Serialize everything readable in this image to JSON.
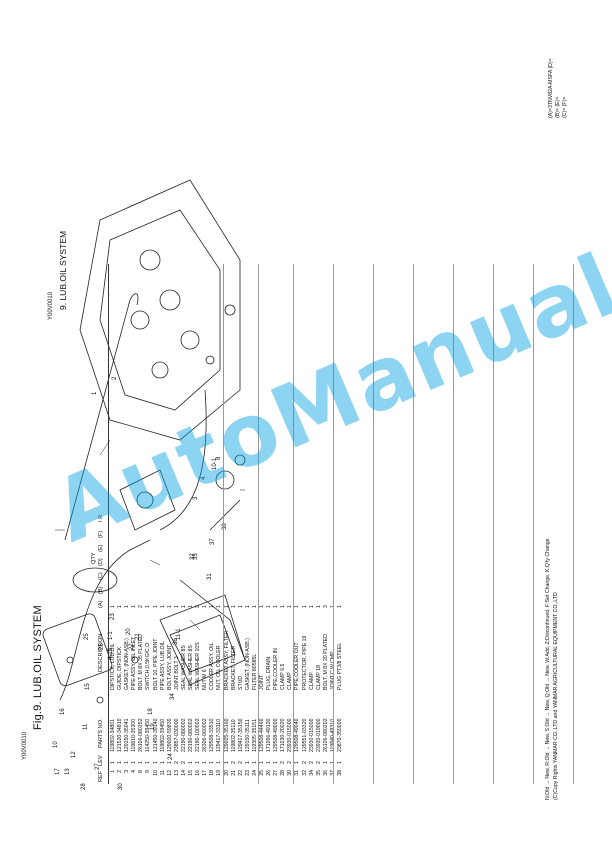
{
  "left_header": {
    "code": "Y00V0010",
    "title": "Fig.9.  LUB.OIL SYSTEM"
  },
  "right_header": {
    "code": "Y00V0010",
    "title": "9.  LUB.OIL SYSTEM"
  },
  "model_legend": {
    "line1": "(A)=3TNV82A-MSFA  (D)=",
    "line2": "(B)=                               (E)=",
    "line3": "(C)=                               (F)="
  },
  "table": {
    "headers": {
      "ref": "REF",
      "lev": "LEV",
      "parts_no": "PARTS NO.",
      "description": "DESCRIPTION",
      "qty": "QTY",
      "qa": "(A)",
      "qb": "(B)",
      "qc": "(C)",
      "qd": "(D)",
      "qe": "(E)",
      "qf": "(F)",
      "ir": "I  R"
    },
    "rows": [
      {
        "ref": "1",
        "lev": "1",
        "pn": "119802-34801",
        "desc": "DIPSTICK, LUB.OIL",
        "qa": "1",
        "qb": ""
      },
      {
        "ref": "2",
        "lev": "1",
        "pn": "121520-34810",
        "desc": "GUIDE, DIPSTICK",
        "qa": "1",
        "qb": ""
      },
      {
        "ref": "3",
        "lev": "1",
        "pn": "129150-35041",
        "desc": "GASKET, (NON-ASB.)",
        "qa": "1",
        "qb": ""
      },
      {
        "ref": "4",
        "lev": "1",
        "pn": "119810-35300",
        "desc": "PIPE ASSY, OIL INLET",
        "qa": "1",
        "qb": ""
      },
      {
        "ref": "8",
        "lev": "1",
        "pn": "26106-080352",
        "desc": "BOLT, M 8X 35 PLATED",
        "qa": "2",
        "qb": ""
      },
      {
        "ref": "9",
        "lev": "1",
        "pn": "114250-39450",
        "desc": "SWITCH,0.5KG/C.O",
        "qa": "1",
        "qb": ""
      },
      {
        "ref": "10",
        "lev": "1",
        "pn": "121450-39140",
        "desc": "BOLT 10, PIPE JOINT",
        "qa": "1",
        "qb": ""
      },
      {
        "ref": "11",
        "lev": "1",
        "pn": "119802-39450",
        "desc": "PIPE ASSY, LUB.OIL",
        "qa": "1",
        "qb": ""
      },
      {
        "ref": "12",
        "lev": "1",
        "pn": "129000-59830",
        "desc": "BOLT ASSY, JOINT",
        "qa": "1",
        "qb": ""
      },
      {
        "ref": "13",
        "lev": "2",
        "pn": "23857-030000",
        "desc": "JOINT BOLT 3",
        "qa": "1",
        "qb": ""
      },
      {
        "ref": "14",
        "lev": "2",
        "pn": "22190-080002",
        "desc": "SEAL WASHER 8S",
        "qa": "1",
        "qb": ""
      },
      {
        "ref": "15",
        "lev": "1",
        "pn": "22190-080002",
        "desc": "SEAL WASHER 8S",
        "qa": "1",
        "qb": ""
      },
      {
        "ref": "16",
        "lev": "1",
        "pn": "22190-100002",
        "desc": "SEAL WASHER 10S",
        "qa": "2",
        "qb": ""
      },
      {
        "ref": "17",
        "lev": "1",
        "pn": "26306-060002",
        "desc": "NUT M 6",
        "qa": "1",
        "qb": ""
      },
      {
        "ref": "18",
        "lev": "1",
        "pn": "129508-33510",
        "desc": "COOLER ASSY, OIL",
        "qa": "1",
        "qb": ""
      },
      {
        "ref": "19",
        "lev": "1",
        "pn": "129417-33110",
        "desc": "NUT, OIL COOLER",
        "qa": "1",
        "qb": ""
      },
      {
        "ref": "20",
        "lev": "1",
        "pn": "129005-35160",
        "desc": "BRACKET ASSY, FILTER",
        "qa": "1",
        "qb": ""
      },
      {
        "ref": "21",
        "lev": "2",
        "pn": "119802-35110",
        "desc": "BRACKET, FILTER",
        "qa": "1",
        "qb": ""
      },
      {
        "ref": "22",
        "lev": "2",
        "pn": "129417-35150",
        "desc": "STUD",
        "qa": "1",
        "qb": ""
      },
      {
        "ref": "23",
        "lev": "1",
        "pn": "129150-35111",
        "desc": "GASKET, (NON-ASB.)",
        "qa": "1",
        "qb": ""
      },
      {
        "ref": "24",
        "lev": "1",
        "pn": "119305-35151",
        "desc": "FILTER 80585L",
        "qa": "1",
        "qb": ""
      },
      {
        "ref": "25",
        "lev": "1",
        "pn": "129508-44460",
        "desc": "JOINT",
        "qa": "1",
        "qb": ""
      },
      {
        "ref": "26",
        "lev": "1",
        "pn": "171056-49120",
        "desc": "PLUG, DRAIN",
        "qa": "1",
        "qb": ""
      },
      {
        "ref": "27",
        "lev": "1",
        "pn": "129508-49000",
        "desc": "PIPE,COOLER IN",
        "qa": "1",
        "qb": ""
      },
      {
        "ref": "28",
        "lev": "2",
        "pn": "171030-20020",
        "desc": "CLAMP 6.5",
        "qa": "1",
        "qb": ""
      },
      {
        "ref": "30",
        "lev": "2",
        "pn": "23930-015000",
        "desc": "CLAMP",
        "qa": "1",
        "qb": ""
      },
      {
        "ref": "31",
        "lev": "1",
        "pn": "129508-49040",
        "desc": "PIPE,COOLER OUT",
        "qa": "1",
        "qb": ""
      },
      {
        "ref": "32",
        "lev": "2",
        "pn": "129551-03320",
        "desc": "PROTECTOR, PIPE 19",
        "qa": "1",
        "qb": ""
      },
      {
        "ref": "34",
        "lev": "2",
        "pn": "23930-015000",
        "desc": "CLAMP",
        "qa": "1",
        "qb": ""
      },
      {
        "ref": "35",
        "lev": "2",
        "pn": "23930-019000",
        "desc": "CLAMP 18",
        "qa": "1",
        "qb": ""
      },
      {
        "ref": "36",
        "lev": "1",
        "pn": "26106-080202",
        "desc": "BOLT, M 8X 20 PLATED",
        "qa": "3",
        "qb": ""
      },
      {
        "ref": "37",
        "lev": "1",
        "pn": "119840-49310",
        "desc": "JOINT,C.W.CMP",
        "qa": "1",
        "qb": ""
      },
      {
        "ref": "38",
        "lev": "1",
        "pn": "23870-350000",
        "desc": "PLUG PT3/8 STEEL",
        "qa": "1",
        "qb": ""
      }
    ]
  },
  "footer": {
    "line1": "N:Old → New,  R:Old → New,  S:Old → New,  Q:Old → New,  W:Add,  Z:Discontinued,  F:Set Change,  K:Q'ty Change",
    "line2": "(C)Copy Rights YANMAR CO.,LTD and YANMAR AGRICULTURAL EQUIPMENT CO.,LTD"
  },
  "watermark": "AutoManual",
  "callouts": [
    "1",
    "2",
    "3",
    "4",
    "8",
    "9",
    "10",
    "11",
    "12",
    "13",
    "14",
    "15",
    "16",
    "17",
    "18",
    "19",
    "20",
    "21",
    "22",
    "23",
    "24",
    "25",
    "26",
    "27",
    "28",
    "30",
    "31",
    "32",
    "34",
    "35",
    "36",
    "37",
    "38",
    "4-15",
    "1-1",
    "10-1",
    "11-1"
  ]
}
